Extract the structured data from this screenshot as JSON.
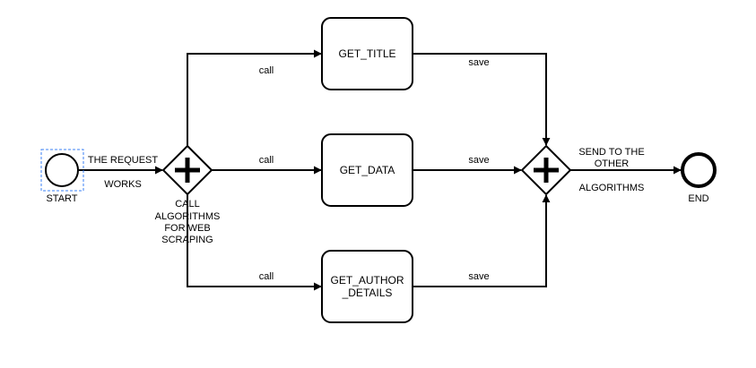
{
  "events": {
    "start_label": "START",
    "end_label": "END"
  },
  "tasks": {
    "title": "GET_TITLE",
    "data": "GET_DATA",
    "author_line1": "GET_AUTHOR",
    "author_line2": "_DETAILS"
  },
  "gateways": {
    "split_caption": [
      "CALL",
      "ALGORITHMS",
      "FOR WEB",
      "SCRAPING"
    ]
  },
  "edges": {
    "request_line1": "THE REQUEST",
    "request_line2": "WORKS",
    "call_top": "call",
    "call_middle": "call",
    "call_bottom": "call",
    "save_top": "save",
    "save_middle": "save",
    "save_bottom": "save",
    "send_line1": "SEND TO THE",
    "send_line2": "OTHER",
    "send_line3": "ALGORITHMS"
  },
  "colors": {
    "stroke": "#000000",
    "selection": "#3b82f6",
    "background": "#ffffff"
  }
}
